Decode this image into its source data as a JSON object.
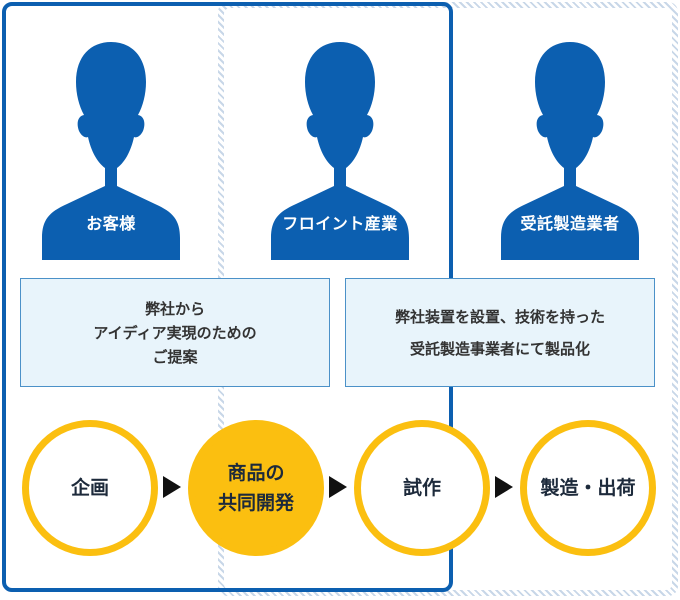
{
  "colors": {
    "brand": "#0c5fb0",
    "accent": "#fbbf10",
    "note_bg": "#e8f4fb",
    "hatch": "#c8d7e8"
  },
  "people": [
    {
      "label": "お客様",
      "icon": "person-silhouette-icon"
    },
    {
      "label": "フロイント産業",
      "icon": "person-silhouette-icon"
    },
    {
      "label": "受託製造業者",
      "icon": "person-silhouette-icon"
    }
  ],
  "notes": [
    {
      "lines": [
        "弊社から",
        "アイディア実現のための",
        "ご提案"
      ]
    },
    {
      "lines": [
        "弊社装置を設置、技術を持った",
        "受託製造事業者にて製品化"
      ]
    }
  ],
  "steps": [
    {
      "lines": [
        "企画"
      ],
      "active": false
    },
    {
      "lines": [
        "商品の",
        "共同開発"
      ],
      "active": true
    },
    {
      "lines": [
        "試作"
      ],
      "active": false
    },
    {
      "lines": [
        "製造・出荷"
      ],
      "active": false
    }
  ],
  "arrows": [
    "arrow-right-icon",
    "arrow-right-icon",
    "arrow-right-icon"
  ]
}
